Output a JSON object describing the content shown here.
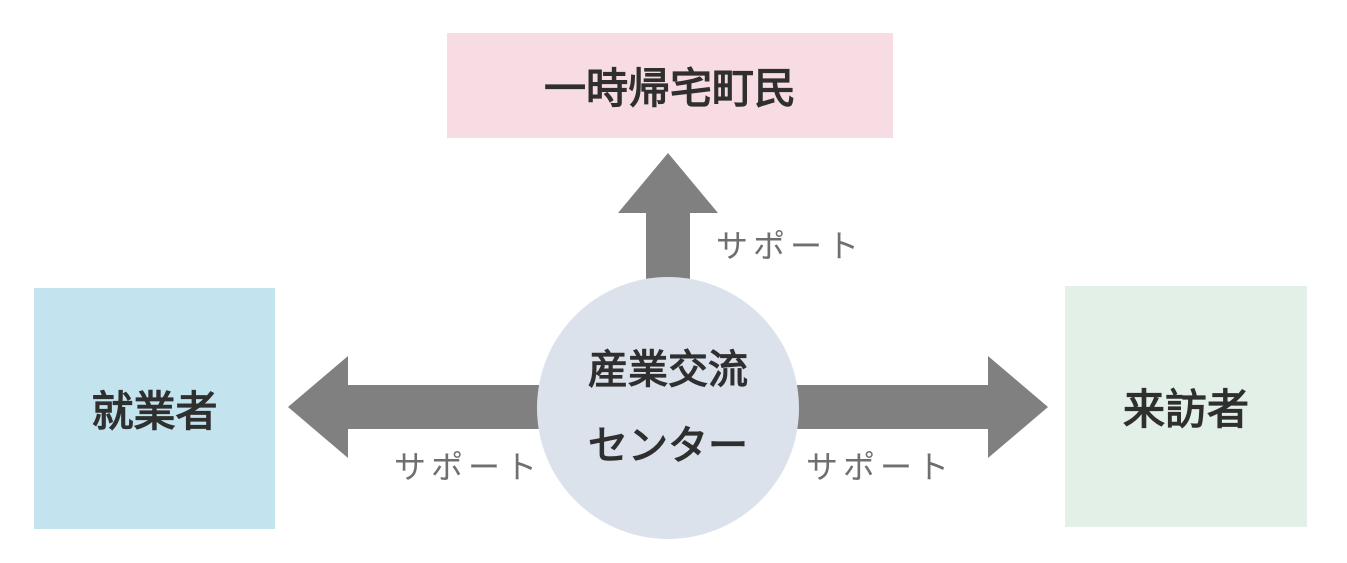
{
  "nodes": {
    "top": {
      "label": "一時帰宅町民",
      "color": "#f7dce3"
    },
    "left": {
      "label": "就業者",
      "color": "#c3e4ee"
    },
    "right": {
      "label": "来訪者",
      "color": "#e2f0e8"
    },
    "center": {
      "line1": "産業交流",
      "line2": "センター",
      "color": "#dce2ec"
    }
  },
  "edges": {
    "top": {
      "label": "サポート"
    },
    "left": {
      "label": "サポート"
    },
    "right": {
      "label": "サポート"
    }
  },
  "colors": {
    "arrow": "#808080",
    "text": "#2f2f2f",
    "edge_label": "#6f6f6f"
  }
}
